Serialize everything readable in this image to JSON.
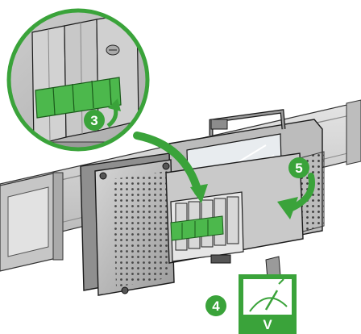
{
  "steps": [
    {
      "number": "3",
      "meaning": "close-breaker-arrow"
    },
    {
      "number": "4",
      "meaning": "voltage-test"
    },
    {
      "number": "5",
      "meaning": "close-cover-arrow"
    }
  ],
  "meter": {
    "unit": "V"
  },
  "colors": {
    "accent_green": "#3aa33a",
    "breaker_green": "#4cb84c",
    "housing_gray": "#b9b9b9",
    "housing_dark": "#7d7d7d",
    "outline": "#1a1a1a",
    "busbar": "#d0d0d0"
  }
}
